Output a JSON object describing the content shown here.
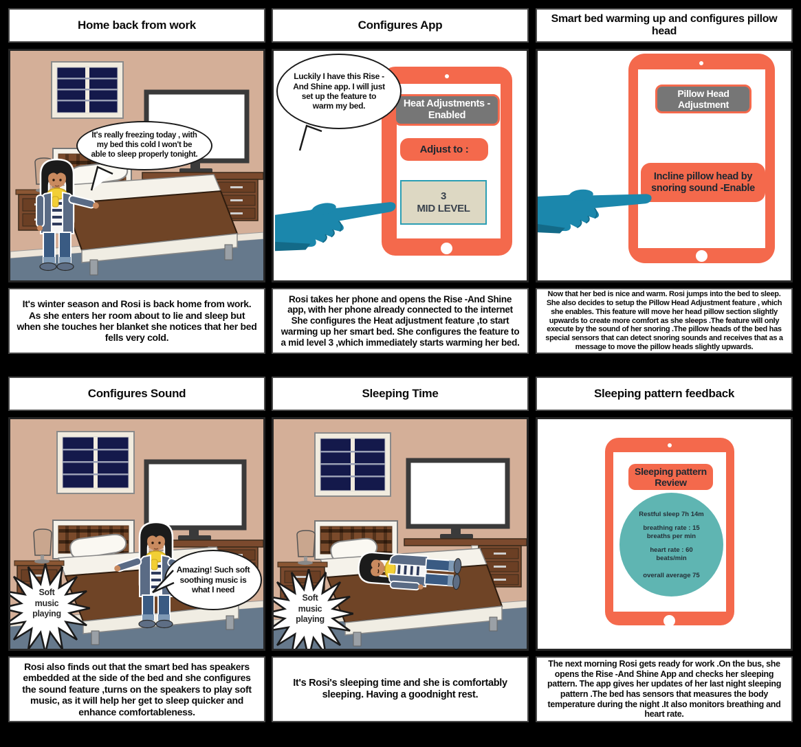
{
  "document": {
    "type": "storyboard-comic",
    "story": "Rise - And Shine smart bed",
    "rows": 2,
    "cols": 3
  },
  "colors": {
    "background": "#000000",
    "accent_orange": "#F4694C",
    "button_gray": "#767676",
    "stats_teal": "#5FB5B2",
    "hand_blue": "#1B87AC",
    "wall": "#D4AF98",
    "floor": "#66798C",
    "blanket_brown": "#6F4426",
    "window_navy": "#14194B",
    "scarf_yellow": "#F2CF35",
    "level_box_border": "#2B9EB3",
    "level_box_fill": "#DDD8C3"
  },
  "panels": [
    {
      "id": "home-back-from-work",
      "title": "Home back from work",
      "bubble": "It's really freezing today , with my bed this cold I won't be able to sleep properly tonight.",
      "caption": "It's winter season and Rosi is back home from work. As she enters her room about to lie and sleep but when she touches her blanket she notices that her bed fells very cold."
    },
    {
      "id": "configures-app",
      "title": "Configures App",
      "bubble": "Luckily I have this Rise - And Shine app. I will just set up the feature to warm my bed.",
      "tablet": {
        "status_button": "Heat Adjustments - Enabled",
        "action_button": "Adjust to :",
        "level_display": "3\nMID LEVEL"
      },
      "caption": "Rosi  takes her phone and opens the Rise -And Shine app, with her phone already connected to the internet She configures the Heat adjustment feature ,to start warming up her smart bed. She configures the feature to a mid level 3 ,which immediately starts warming her bed."
    },
    {
      "id": "smart-bed-warming-up",
      "title": "Smart bed warming up and configures pillow head",
      "tablet": {
        "status_button": "Pillow Head Adjustment",
        "action_button": "Incline pillow head by snoring sound -Enable"
      },
      "caption": "Now that her bed is nice and warm. Rosi jumps into the bed to sleep. She also decides to setup the Pillow Head Adjustment feature , which she enables. This feature will move her head pillow section slightly upwards to create more comfort as she sleeps .The feature will only execute by the sound of her snoring .The pillow heads of the bed has special sensors that can detect snoring sounds and receives that as a message to move the pillow heads slightly upwards."
    },
    {
      "id": "configures-sound",
      "title": "Configures Sound",
      "bubble": "Amazing! Such soft soothing music is what I need",
      "sound_effect": "Soft\nmusic\nplaying",
      "caption": "Rosi also finds out that the smart bed has speakers embedded at the side of the bed and she configures the sound feature ,turns on the speakers to play soft music, as it will help her get to sleep quicker and enhance comfortableness."
    },
    {
      "id": "sleeping-time",
      "title": "Sleeping Time",
      "sound_effect": "Soft\nmusic\nplaying",
      "caption": "It's Rosi's sleeping time and she is comfortably sleeping. Having a goodnight rest."
    },
    {
      "id": "sleeping-pattern-feedback",
      "title": "Sleeping pattern feedback",
      "tablet": {
        "header_button": "Sleeping pattern Review",
        "stats": [
          "Restful sleep 7h 14m",
          "breathing rate : 15\nbreaths per min",
          "heart rate : 60\nbeats/min",
          "overall average 75"
        ]
      },
      "caption": "The next morning Rosi gets ready for work .On the bus, she opens the Rise -And Shine App and checks her sleeping pattern. The app gives her updates of her last night sleeping pattern .The bed has sensors that measures the body temperature during the night .It also monitors breathing and heart rate."
    }
  ]
}
